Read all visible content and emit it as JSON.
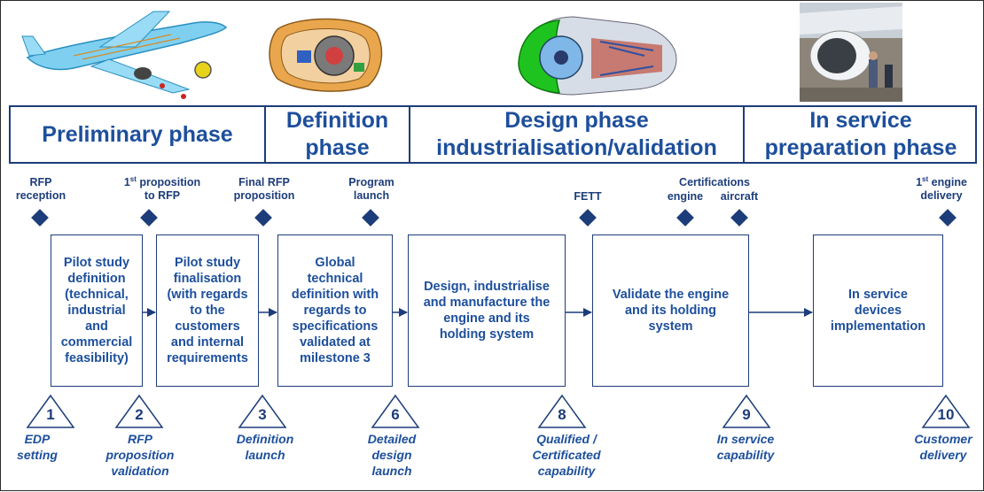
{
  "phases": [
    {
      "label": "Preliminary phase"
    },
    {
      "label": "Definition\nphase"
    },
    {
      "label": "Design phase\nindustrialisation/validation"
    },
    {
      "label": "In service\npreparation phase"
    }
  ],
  "milestones": {
    "rfp_reception": "RFP\nreception",
    "first_prop_sup": "st",
    "first_prop_pre": "1",
    "first_prop_post": " proposition\nto RFP",
    "final_rfp": "Final RFP\nproposition",
    "program_launch": "Program\nlaunch",
    "fett": "FETT",
    "certifications": "Certifications",
    "cert_engine": "engine",
    "cert_aircraft": "aircraft",
    "first_delivery_pre": "1",
    "first_delivery_sup": "st",
    "first_delivery_post": " engine\ndelivery"
  },
  "steps": [
    {
      "text": "Pilot study\ndefinition\n(technical,\nindustrial\nand\ncommercial\nfeasibility)"
    },
    {
      "text": "Pilot study\nfinalisation\n(with regards\nto the\ncustomers\nand internal\nrequirements"
    },
    {
      "text": "Global\ntechnical\ndefinition with\nregards to\nspecifications\nvalidated at\nmilestone 3"
    },
    {
      "text": "Design, industrialise\nand manufacture the\nengine and its\nholding system"
    },
    {
      "text": "Validate the engine\nand its holding\nsystem"
    },
    {
      "text": "In service\ndevices\nimplementation"
    }
  ],
  "gates": [
    {
      "num": "1",
      "label": "EDP\nsetting"
    },
    {
      "num": "2",
      "label": "RFP\nproposition\nvalidation"
    },
    {
      "num": "3",
      "label": "Definition\nlaunch"
    },
    {
      "num": "6",
      "label": "Detailed\ndesign\nlaunch"
    },
    {
      "num": "8",
      "label": "Qualified /\nCertificated\ncapability"
    },
    {
      "num": "9",
      "label": "In service\ncapability"
    },
    {
      "num": "10",
      "label": "Customer\ndelivery"
    }
  ],
  "images": [
    {
      "icon": "airplane-illustration"
    },
    {
      "icon": "engine-nacelle-illustration"
    },
    {
      "icon": "engine-cutaway-illustration"
    },
    {
      "icon": "aircraft-engine-photo"
    }
  ],
  "colors": {
    "primary": "#1d3d7a",
    "text": "#1d4f9c"
  }
}
